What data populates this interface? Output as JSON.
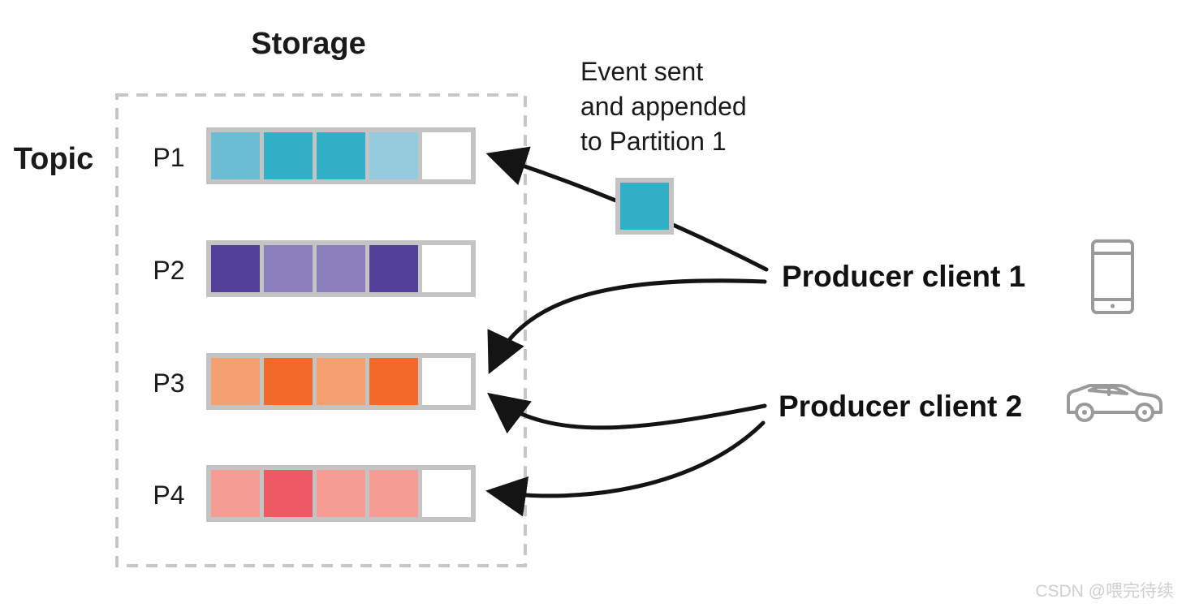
{
  "storage_title": "Storage",
  "topic_label": "Topic",
  "event_caption": {
    "line1": "Event sent",
    "line2": "and appended",
    "line3": "to Partition 1"
  },
  "event_color": "#31b0c8",
  "partitions": [
    {
      "label": "P1",
      "cells": [
        "#6bbdd4",
        "#31b0c8",
        "#31b0c8",
        "#94cadc",
        "#ffffff"
      ]
    },
    {
      "label": "P2",
      "cells": [
        "#52409a",
        "#8a7fbc",
        "#8a7fbc",
        "#52409a",
        "#ffffff"
      ]
    },
    {
      "label": "P3",
      "cells": [
        "#f5a070",
        "#f16a2a",
        "#f5a070",
        "#f16a2a",
        "#ffffff"
      ]
    },
    {
      "label": "P4",
      "cells": [
        "#f59c95",
        "#ee5a64",
        "#f59c95",
        "#f59c95",
        "#ffffff"
      ]
    }
  ],
  "producers": [
    {
      "label": "Producer client 1",
      "icon": "phone-icon"
    },
    {
      "label": "Producer client 2",
      "icon": "car-icon"
    }
  ],
  "watermark": "CSDN @喂完待续"
}
